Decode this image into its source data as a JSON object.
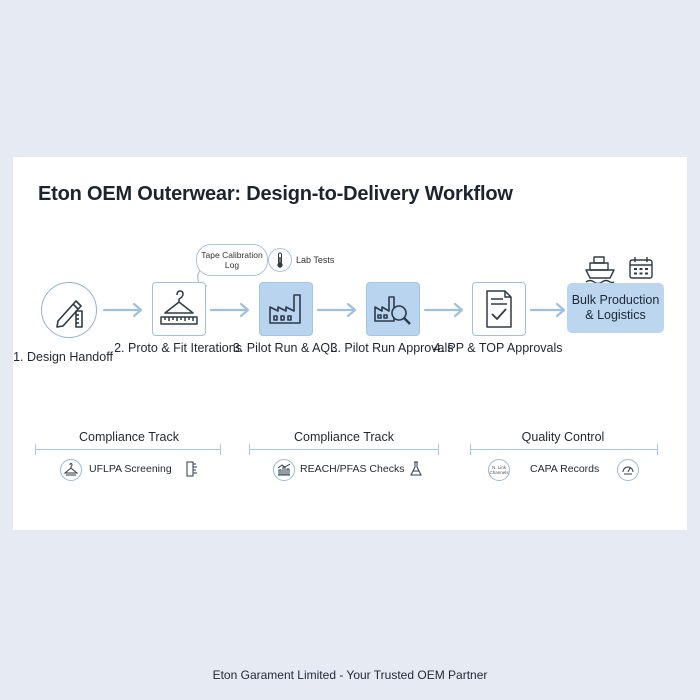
{
  "title": "Eton OEM Outerwear: Design-to-Delivery Workflow",
  "steps": [
    {
      "label": "1. Design Handoff",
      "icon": "pencil-ruler-icon"
    },
    {
      "label": "2. Proto & Fit Iterations",
      "icon": "hanger-ruler-icon"
    },
    {
      "label": "3. Pilot Run & AQL",
      "icon": "factory-icon"
    },
    {
      "label": "3. Pilot Run Approvals",
      "icon": "factory-magnifier-icon"
    },
    {
      "label": "4. PP & TOP Approvals",
      "icon": "checklist-document-icon"
    },
    {
      "label": "Bulk Production & Logistics",
      "icon": "ship-calendar-icon"
    }
  ],
  "lab": {
    "bubble": "Tape Calibration Log",
    "tests": "Lab Tests"
  },
  "tracks": [
    {
      "title": "Compliance Track",
      "item": "UFLPA Screening"
    },
    {
      "title": "Compliance Track",
      "item": "REACH/PFAS Checks"
    },
    {
      "title": "Quality Control",
      "item": "CAPA Records",
      "badge": "N. Link Channels"
    }
  ],
  "footer": "Eton Garament Limited - Your Trusted OEM Partner",
  "colors": {
    "background": "#e6ebf3",
    "card": "#ffffff",
    "accent_light": "#b8d4ee",
    "line": "#a8c6e6",
    "icon_stroke": "#2e3a4a"
  }
}
